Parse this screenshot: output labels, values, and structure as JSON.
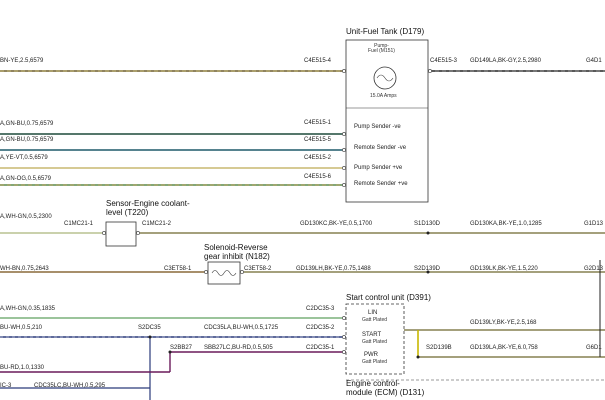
{
  "fuel_tank": {
    "title": "Unit-Fuel Tank (D179)",
    "pump_label": "Pump-\nFuel (M151)",
    "amps": "15.0A Amps",
    "rows": [
      "Pump Sender -ve",
      "Remote Sender -ve",
      "Pump Sender +ve",
      "Remote Sender +ve"
    ]
  },
  "coolant_sensor": {
    "title": "Sensor-Engine coolant-\nlevel (T220)"
  },
  "solenoid": {
    "title": "Solenoid-Reverse\ngear inhibit (N182)"
  },
  "start_unit": {
    "title": "Start control unit (D391)",
    "lin": "LIN",
    "start": "START",
    "pwr": "PWR",
    "sub": "Gatt Plated"
  },
  "ecm": {
    "title": "Engine control-\nmodule (ECM) (D131)"
  },
  "wire_labels": {
    "w1_left": "BN-YE,2.5,6579",
    "w2_left": "A,GN-BU,0.75,6579",
    "w3_left": "A,GN-BU,0.75,6579",
    "w4_left": "A,YE-VT,0.5,6579",
    "w5_left": "A,GN-OG,0.5,6579",
    "w6_left": "A,WH-GN,0.5,2300",
    "w7_left": "WH-BN,0.75,2643",
    "w8_left": "A,WH-GN,0.35,1835",
    "w9_left": "BU-WH,0.5,210",
    "w10_left": "BU-RD,1.0,1330",
    "w11_left": "IC-3",
    "w11_mid": "CDC35LC,BU-WH,0.5,295",
    "c_w1": "C4E515-4",
    "c_w2": "C4E515-1",
    "c_w3": "C4E515-5",
    "c_w4": "C4E515-2",
    "c_w5": "C4E515-6",
    "c_tank_out": "C4E515-3",
    "tank_out_wire": "GD149LA,BK-GY,2.5,2980",
    "right_edge_1": "G4D1",
    "c1mc21_1": "C1MC21-1",
    "c1mc21_2": "C1MC21-2",
    "gd130kc": "GD130KC,BK-YE,0.5,1700",
    "s1d130d": "S1D130D",
    "gd130ka": "GD130KA,BK-YE,1.0,1285",
    "right_edge_2": "G1D13",
    "c3et58_1": "C3ET58-1",
    "c3et58_2": "C3ET58-2",
    "gd139lh": "GD139LH,BK-YE,0.75,1488",
    "s2d139d": "S2D139D",
    "gd139lk": "GD139LK,BK-YE,1.5,220",
    "right_edge_3": "G2D13",
    "c2dc35_3": "C2DC35-3",
    "s2dc35": "S2DC35",
    "cdc35la": "CDC35LA,BU-WH,0.5,1725",
    "c2dc35_2": "C2DC35-2",
    "s2bb27": "S2BB27",
    "sbb27lc": "SBB27LC,BU-RD,0.5,505",
    "c2dc35_1": "C2DC35-1",
    "gd139ly": "GD139LY,BK-YE,2.5,168",
    "s2d139b": "S2D139B",
    "gd139la": "GD139LA,BK-YE,6.0,758",
    "right_edge_4": "G6D1"
  }
}
